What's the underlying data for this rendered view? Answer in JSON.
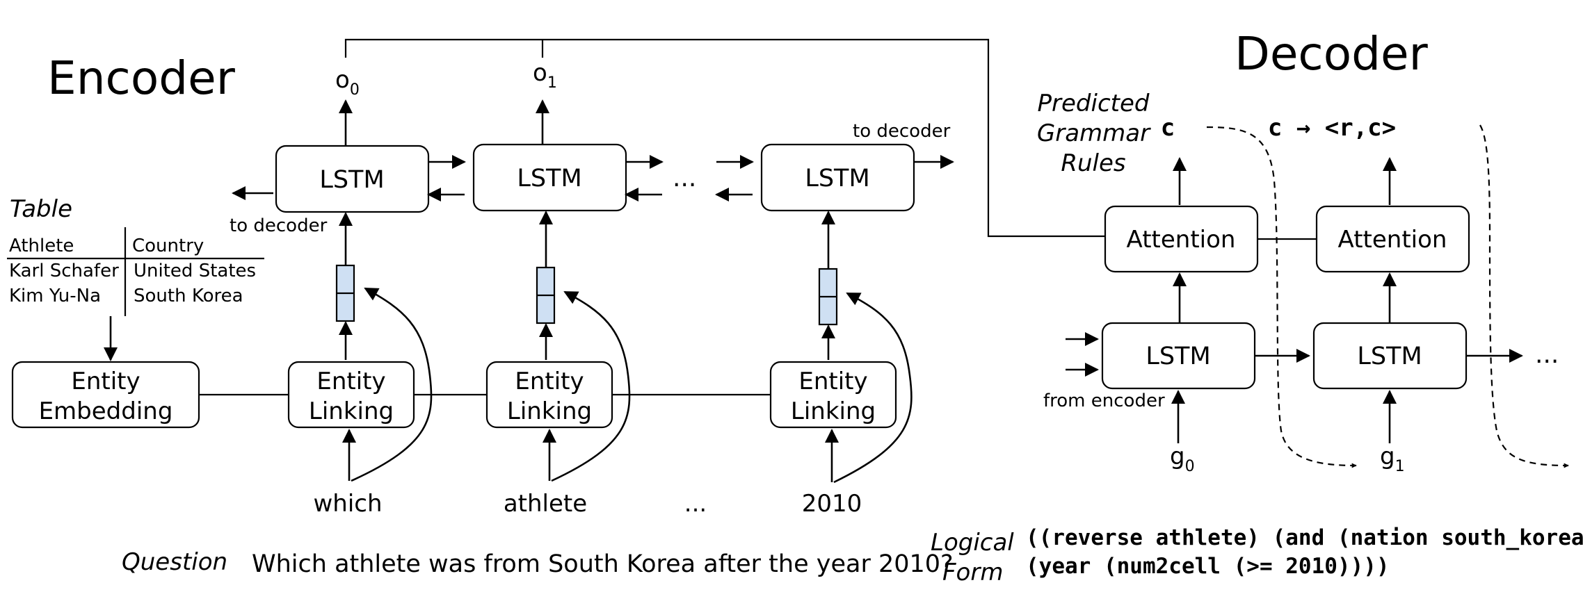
{
  "encoder": {
    "title": "Encoder",
    "outputs": [
      {
        "base": "o",
        "sub": "0"
      },
      {
        "base": "o",
        "sub": "1"
      }
    ],
    "lstm_label": "LSTM",
    "ellipsis": "...",
    "to_decoder_label": "to decoder",
    "entity_embedding": [
      "Entity",
      "Embedding"
    ],
    "entity_linking": [
      "Entity",
      "Linking"
    ],
    "words": [
      "which",
      "athlete",
      "...",
      "2010"
    ]
  },
  "table": {
    "title": "Table",
    "headers": [
      "Athlete",
      "Country"
    ],
    "rows": [
      [
        "Karl Schafer",
        "United States"
      ],
      [
        "Kim Yu-Na",
        "South Korea"
      ]
    ]
  },
  "question": {
    "label": "Question",
    "text": "Which athlete was from South Korea after the year 2010?"
  },
  "decoder": {
    "title": "Decoder",
    "predicted_rules_label": [
      "Predicted",
      "Grammar",
      "Rules"
    ],
    "rules": [
      "c",
      "c → <r,c>"
    ],
    "attention_label": "Attention",
    "lstm_label": "LSTM",
    "from_encoder_label": "from encoder",
    "inputs": [
      {
        "base": "g",
        "sub": "0"
      },
      {
        "base": "g",
        "sub": "1"
      }
    ],
    "ellipsis": "..."
  },
  "logical_form": {
    "label": [
      "Logical",
      "Form"
    ],
    "lines": [
      "((reverse athlete) (and (nation south_korea)",
      "(year (num2cell (>= 2010))))"
    ]
  }
}
